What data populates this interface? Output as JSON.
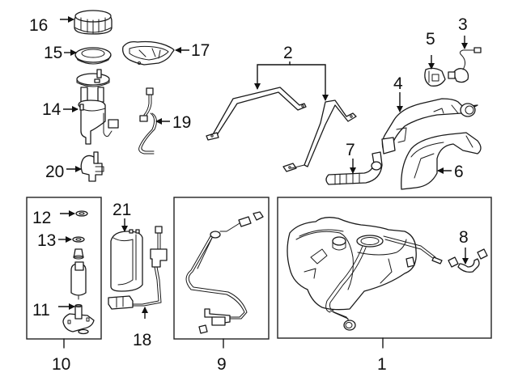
{
  "diagram": {
    "title": "Fuel system components",
    "callouts": {
      "p1": "1",
      "p2": "2",
      "p3": "3",
      "p4": "4",
      "p5": "5",
      "p6": "6",
      "p7": "7",
      "p8": "8",
      "p9": "9",
      "p10": "10",
      "p11": "11",
      "p12": "12",
      "p13": "13",
      "p14": "14",
      "p15": "15",
      "p16": "16",
      "p17": "17",
      "p18": "18",
      "p19": "19",
      "p20": "20",
      "p21": "21"
    },
    "parts": [
      {
        "ref": "1",
        "name": "fuel-tank"
      },
      {
        "ref": "2",
        "name": "tank-straps"
      },
      {
        "ref": "3",
        "name": "sensor-with-lead"
      },
      {
        "ref": "4",
        "name": "filler-neck"
      },
      {
        "ref": "5",
        "name": "filler-cap-housing"
      },
      {
        "ref": "6",
        "name": "heat-shield"
      },
      {
        "ref": "7",
        "name": "filler-hose"
      },
      {
        "ref": "8",
        "name": "vent-hose-and-clamps"
      },
      {
        "ref": "9",
        "name": "wiring-harness"
      },
      {
        "ref": "10",
        "name": "fuel-pump-kit"
      },
      {
        "ref": "11",
        "name": "pump-bracket"
      },
      {
        "ref": "12",
        "name": "o-ring-upper"
      },
      {
        "ref": "13",
        "name": "o-ring-lower"
      },
      {
        "ref": "14",
        "name": "fuel-pump-module"
      },
      {
        "ref": "15",
        "name": "lock-ring-seal"
      },
      {
        "ref": "16",
        "name": "lock-ring"
      },
      {
        "ref": "17",
        "name": "pump-cover-plate"
      },
      {
        "ref": "18",
        "name": "sending-unit"
      },
      {
        "ref": "19",
        "name": "pump-harness"
      },
      {
        "ref": "20",
        "name": "pressure-regulator"
      },
      {
        "ref": "21",
        "name": "reservoir-cup"
      }
    ]
  }
}
